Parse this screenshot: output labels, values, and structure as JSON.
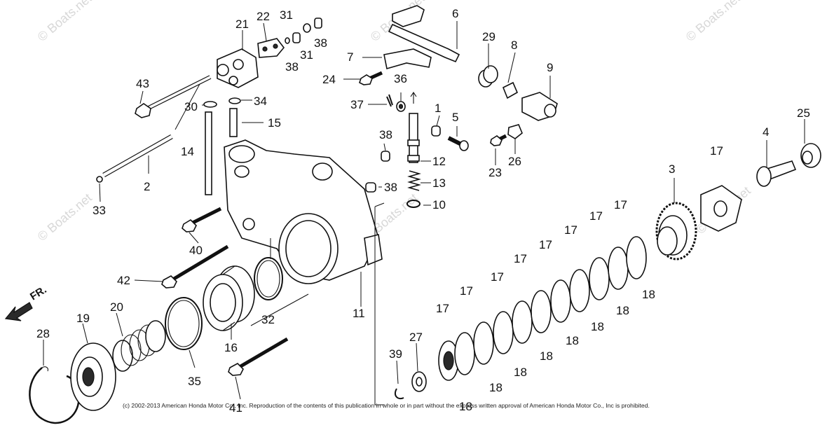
{
  "watermark": "© Boats.net",
  "direction_label": "FR.",
  "copyright": "(c) 2002-2013 American Honda Motor Co., Inc. Reproduction of the contents of this publication in whole or in part without the express written approval of American Honda Motor Co., Inc is prohibited.",
  "callouts": {
    "c1": "1",
    "c2": "2",
    "c3": "3",
    "c4": "4",
    "c5": "5",
    "c6": "6",
    "c7": "7",
    "c8": "8",
    "c9": "9",
    "c10": "10",
    "c11": "11",
    "c12": "12",
    "c13": "13",
    "c14": "14",
    "c15": "15",
    "c16": "16",
    "c17": "17",
    "c18": "18",
    "c19": "19",
    "c20": "20",
    "c21": "21",
    "c22": "22",
    "c23": "23",
    "c24": "24",
    "c25": "25",
    "c26": "26",
    "c27": "27",
    "c28": "28",
    "c29": "29",
    "c30": "30",
    "c31": "31",
    "c32": "32",
    "c33": "33",
    "c34": "34",
    "c35": "35",
    "c36": "36",
    "c37": "37",
    "c38": "38",
    "c39": "39",
    "c40": "40",
    "c41": "41",
    "c42": "42",
    "c43": "43"
  }
}
